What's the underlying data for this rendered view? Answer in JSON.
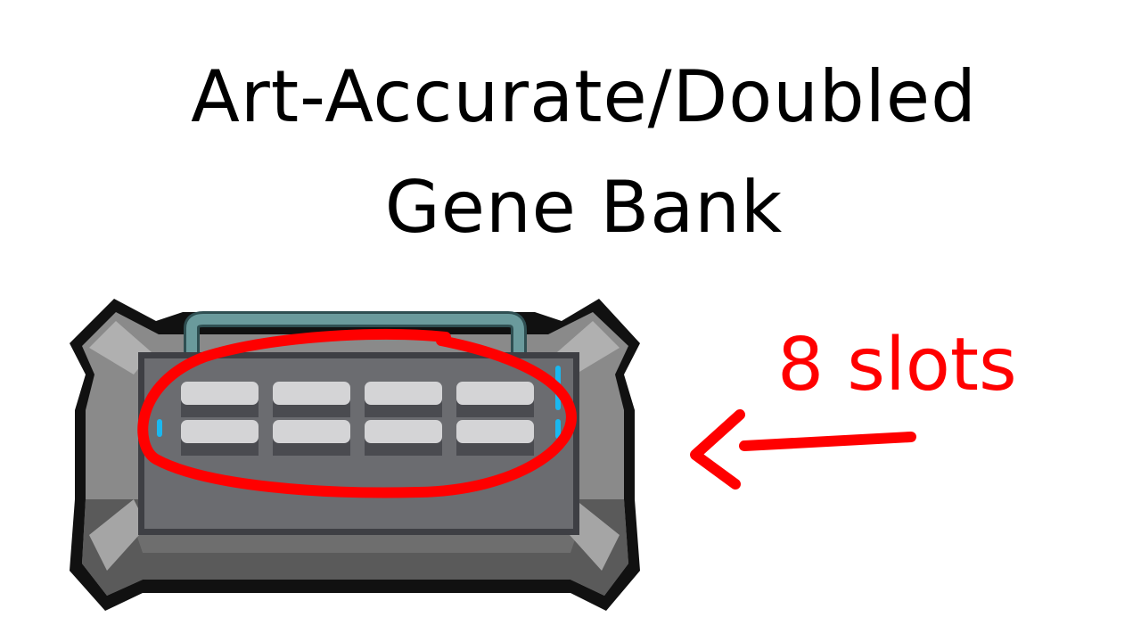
{
  "title": {
    "line1": "Art-Accurate/Doubled",
    "line2": "Gene Bank"
  },
  "annotation": {
    "label": "8 slots",
    "color": "#ff0000"
  },
  "gene_bank": {
    "slot_rows": 2,
    "slot_columns": 4
  }
}
